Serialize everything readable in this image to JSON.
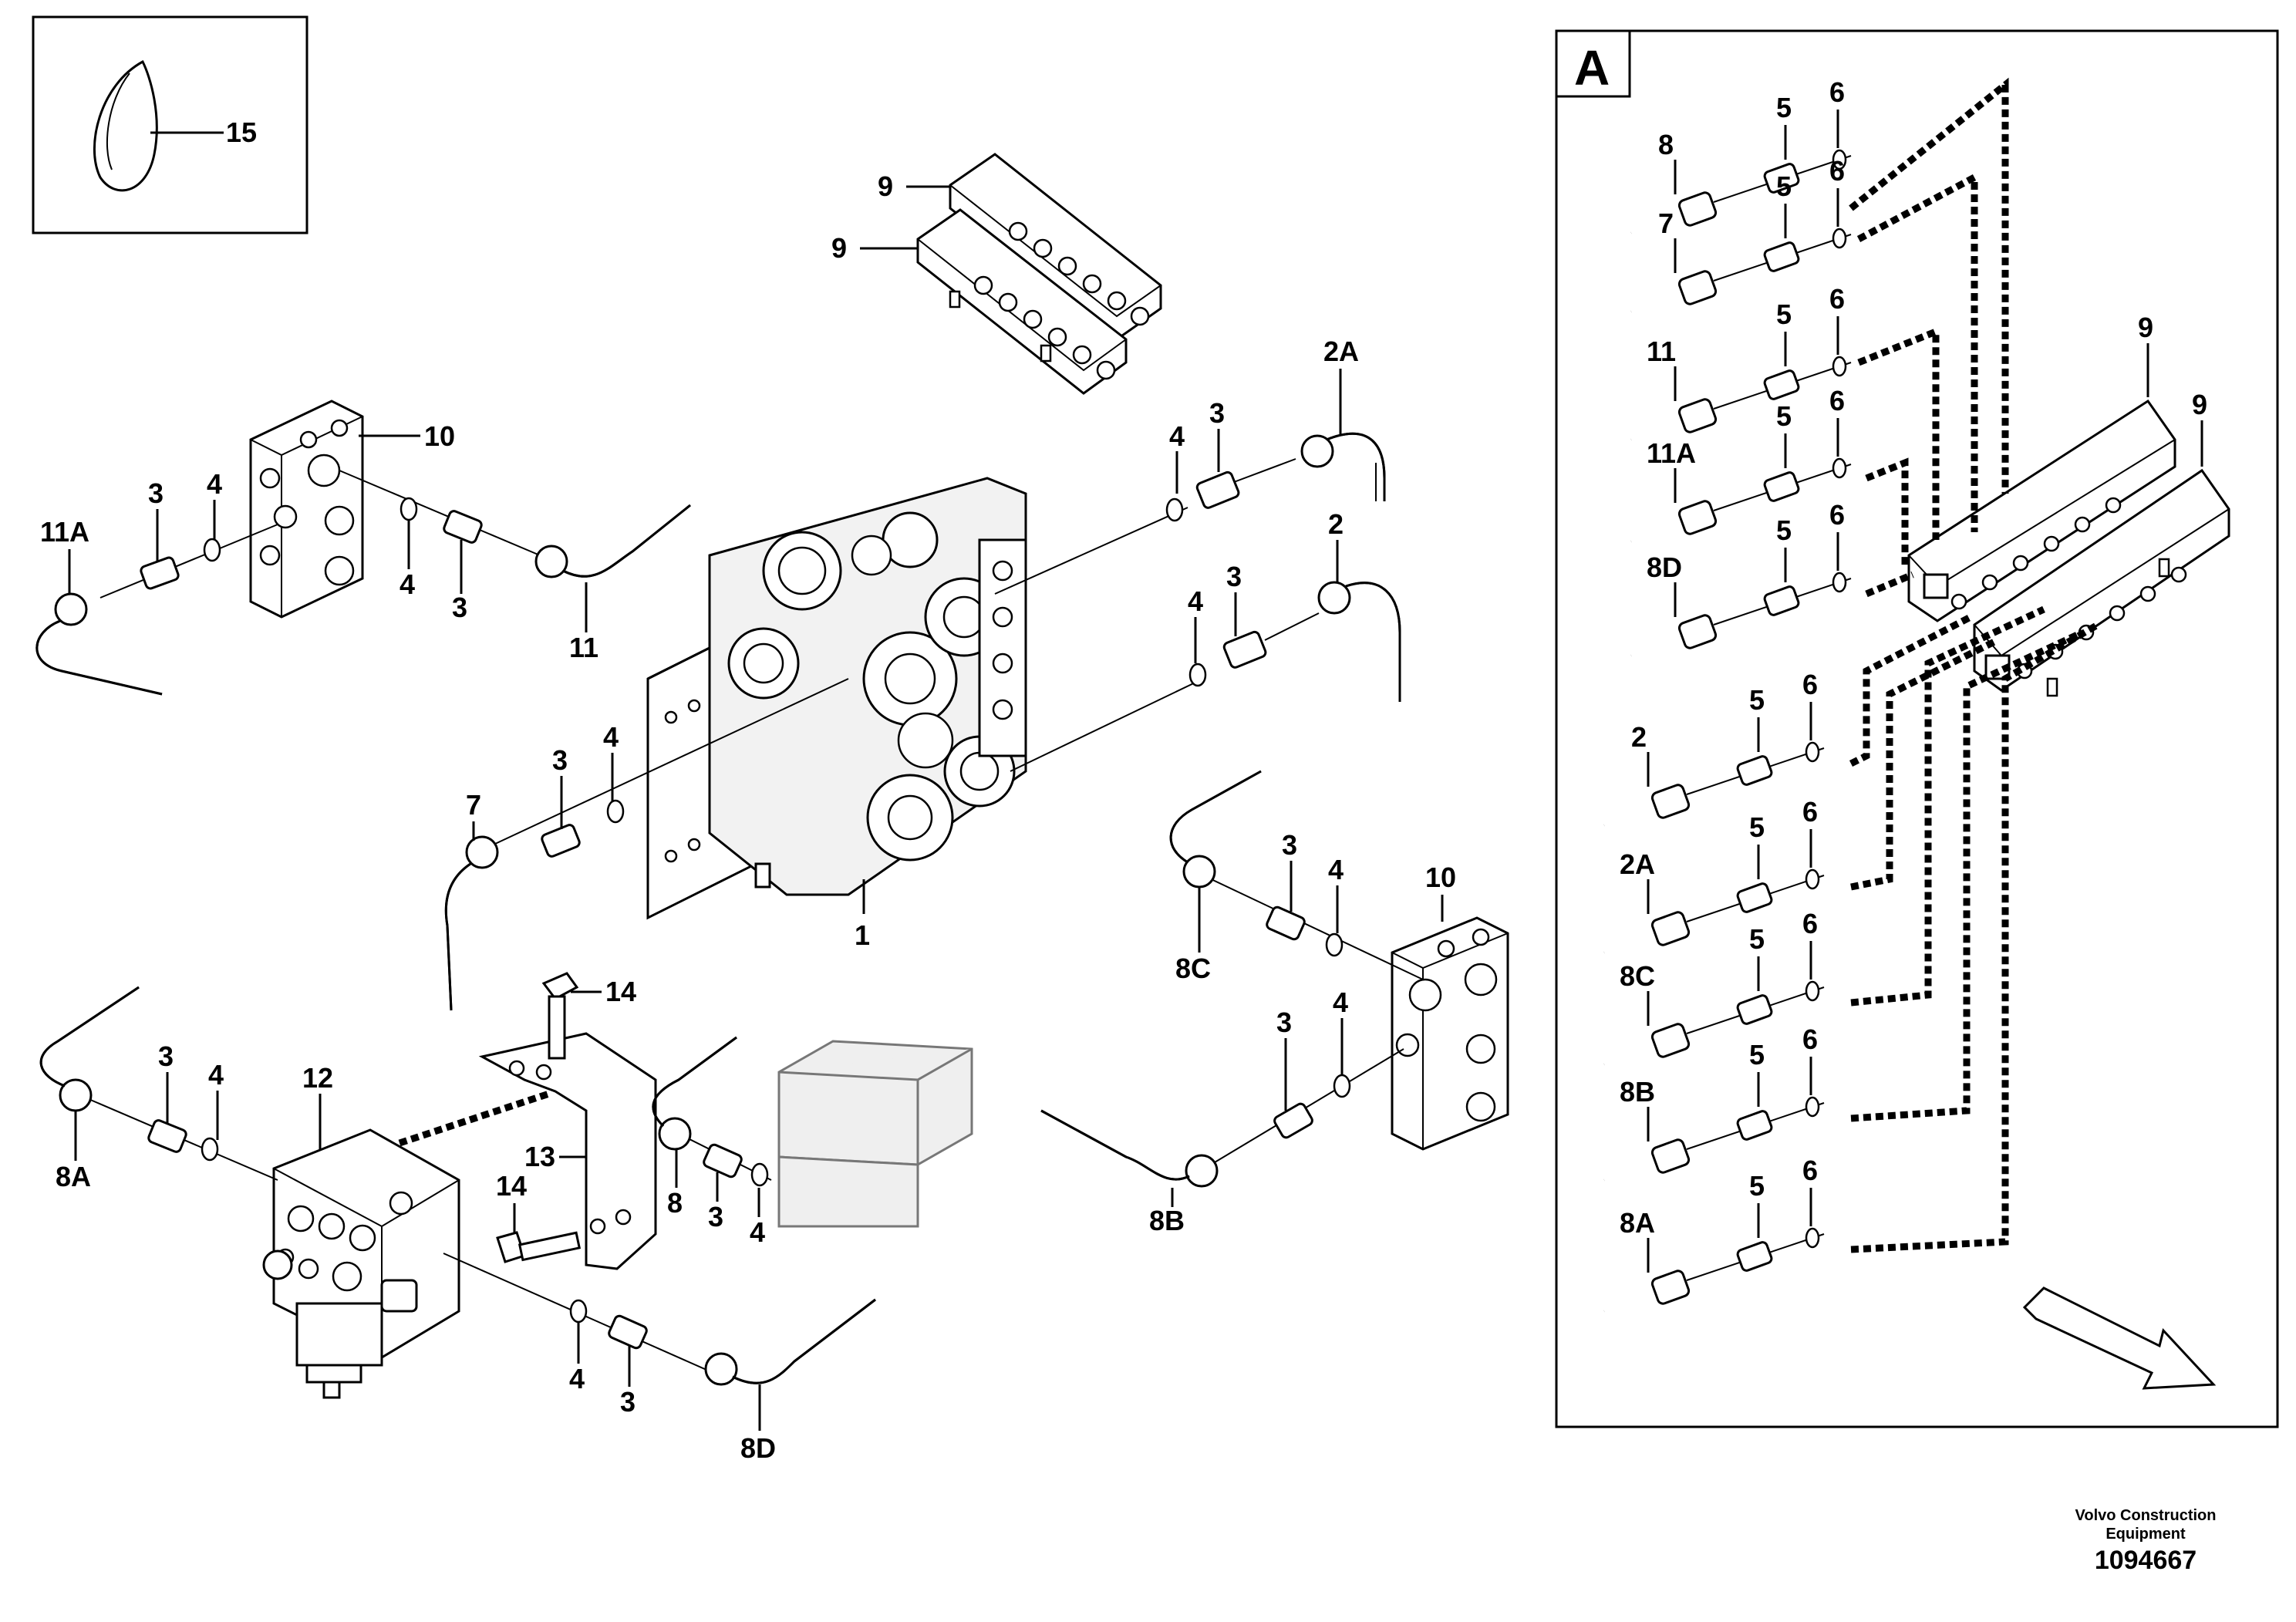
{
  "diagram": {
    "callouts": {
      "c15": "15",
      "c9a": "9",
      "c9b": "9",
      "c2A": "2A",
      "c2": "2",
      "c10a": "10",
      "c10b": "10",
      "c11A": "11A",
      "c11": "11",
      "c3a": "3",
      "c4a": "4",
      "c4b": "4",
      "c3b": "3",
      "c4c": "4",
      "c3c": "3",
      "c4d": "4",
      "c3d": "3",
      "c7": "7",
      "c3e": "3",
      "c4e": "4",
      "c1": "1",
      "c3f": "3",
      "c4f": "4",
      "c8C": "8C",
      "c3g": "3",
      "c4g": "4",
      "c8B": "8B",
      "c14a": "14",
      "c14b": "14",
      "c12": "12",
      "c13": "13",
      "c3h": "3",
      "c4h": "4",
      "c8A": "8A",
      "c8": "8",
      "c3i": "3",
      "c4i": "4",
      "c4j": "4",
      "c3j": "3",
      "c8D": "8D"
    },
    "detail": {
      "badge": "A",
      "rows": [
        {
          "hose": "8",
          "nipple": "5",
          "ring": "6"
        },
        {
          "hose": "7",
          "nipple": "5",
          "ring": "6"
        },
        {
          "hose": "11",
          "nipple": "5",
          "ring": "6"
        },
        {
          "hose": "11A",
          "nipple": "5",
          "ring": "6"
        },
        {
          "hose": "8D",
          "nipple": "5",
          "ring": "6"
        },
        {
          "hose": "2",
          "nipple": "5",
          "ring": "6"
        },
        {
          "hose": "2A",
          "nipple": "5",
          "ring": "6"
        },
        {
          "hose": "8C",
          "nipple": "5",
          "ring": "6"
        },
        {
          "hose": "8B",
          "nipple": "5",
          "ring": "6"
        },
        {
          "hose": "8A",
          "nipple": "5",
          "ring": "6"
        }
      ],
      "block_labels": [
        "9",
        "9"
      ]
    },
    "footer": {
      "company_line1": "Volvo Construction",
      "company_line2": "Equipment",
      "drawing_number": "1094667"
    }
  }
}
